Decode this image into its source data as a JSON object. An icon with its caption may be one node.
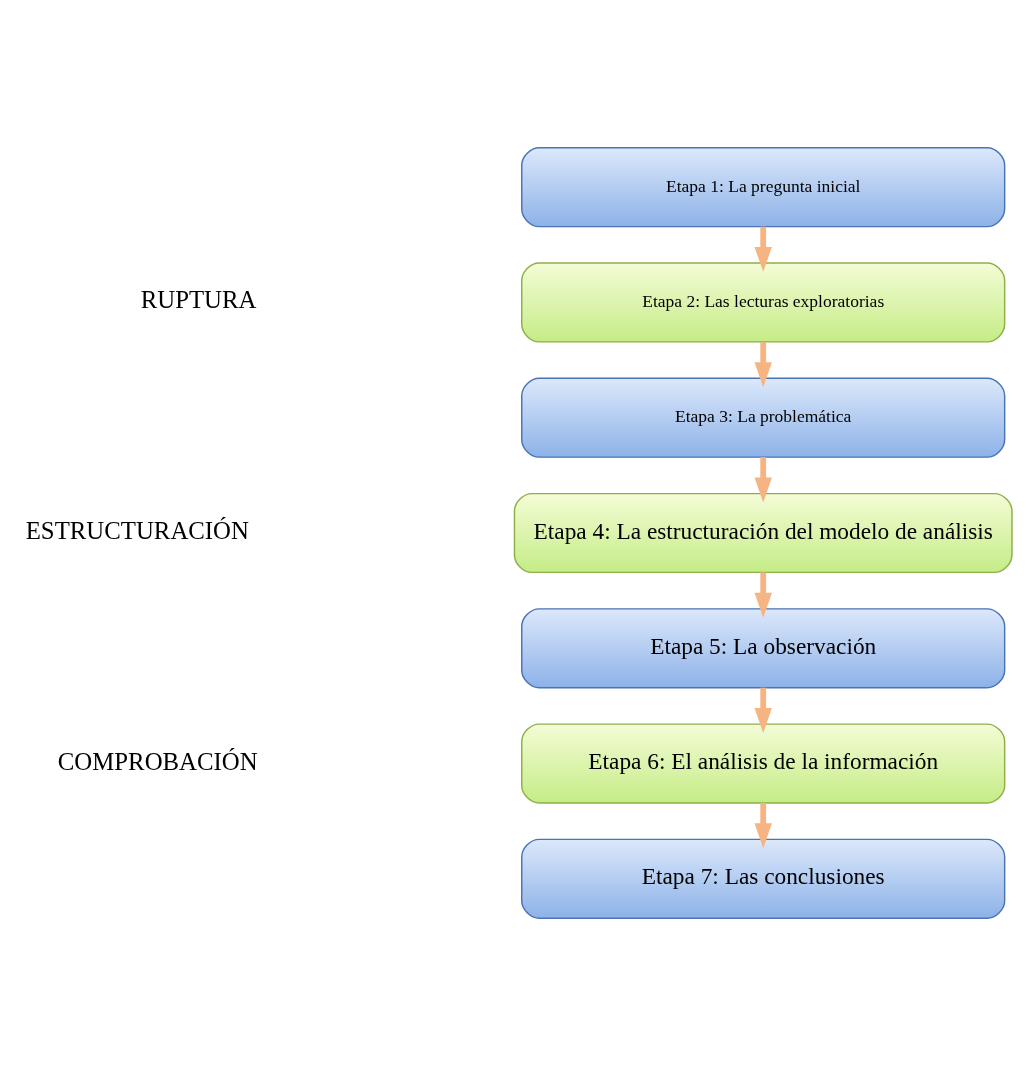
{
  "diagram": {
    "nodes": [
      {
        "text": [
          "Etapa 1: La pregunta inicial"
        ]
      },
      {
        "text": [
          "Etapa 2: Las lecturas exploratorias"
        ]
      },
      {
        "text": [
          "Etapa 3: La problemática"
        ]
      },
      {
        "text": [
          "Etapa 4: La estructuración del modelo de análisis"
        ]
      },
      {
        "text": [
          "Etapa 5: La observación"
        ]
      },
      {
        "text": [
          "Etapa 6: El análisis de la información"
        ]
      },
      {
        "text": [
          "Etapa 7: Las conclusiones"
        ]
      }
    ],
    "edges": [
      {
        "from": 0,
        "to": 1,
        "arrow": "to"
      },
      {
        "from": 1,
        "to": 2,
        "arrow": "to"
      },
      {
        "from": 2,
        "to": 3,
        "arrow": "to"
      },
      {
        "from": 3,
        "to": 4,
        "arrow": "to"
      },
      {
        "from": 4,
        "to": 5,
        "arrow": "to"
      },
      {
        "from": 5,
        "to": 6,
        "arrow": "to"
      }
    ],
    "labels": [
      "RUPTURA",
      "ESTRUCTURACIÓN",
      "COMPROBACIÓN"
    ]
  }
}
